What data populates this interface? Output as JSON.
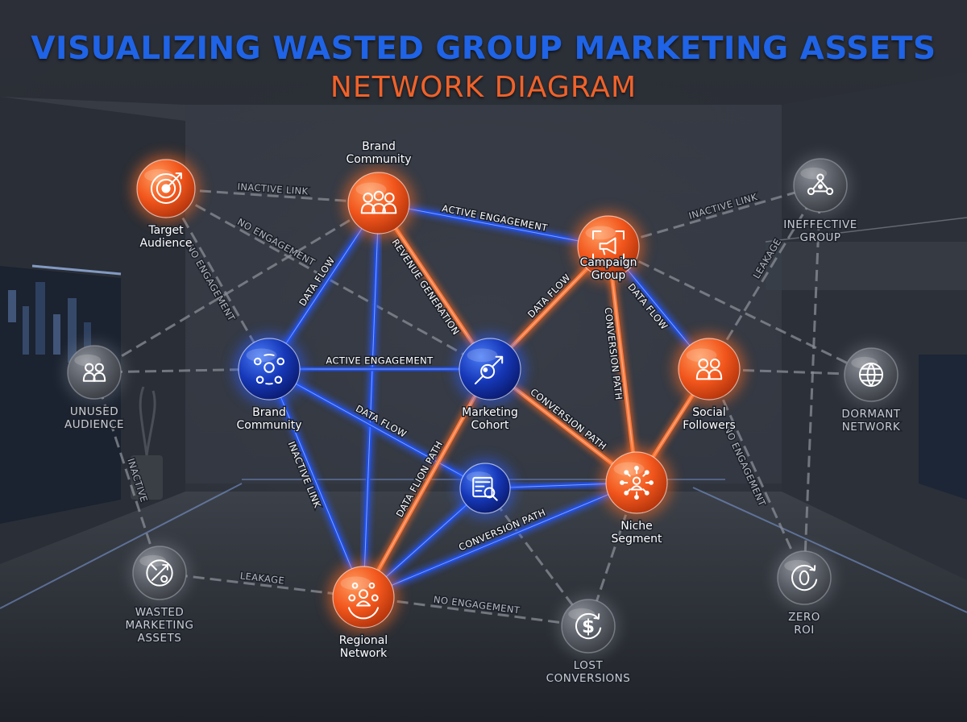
{
  "title": "VISUALIZING WASTED GROUP MARKETING ASSETS",
  "subtitle": "NETWORK DIAGRAM",
  "colors": {
    "orange": "#ee5a22",
    "blue": "#1438b8",
    "grey": "#6c7079",
    "active_blue_line": "#1f4fe6",
    "active_orange_line": "#ff7a3a",
    "inactive_line": "#8a8e96"
  },
  "nodes": [
    {
      "id": "target-audience",
      "label": [
        "Target",
        "Audience"
      ],
      "kind": "orange",
      "icon": "target-icon"
    },
    {
      "id": "brand-community-top",
      "label": [
        "Brand",
        "Community"
      ],
      "kind": "orange",
      "icon": "people-group-icon"
    },
    {
      "id": "campaign-group",
      "label": [
        "Campaign",
        "Group"
      ],
      "kind": "orange",
      "icon": "megaphone-icon"
    },
    {
      "id": "ineffective-group",
      "label": [
        "INEFFECTIVE",
        "GROUP"
      ],
      "kind": "grey",
      "icon": "network-people-icon"
    },
    {
      "id": "unused-audience",
      "label": [
        "UNUSED",
        "AUDIENCE"
      ],
      "kind": "grey",
      "icon": "two-people-icon"
    },
    {
      "id": "brand-community-mid",
      "label": [
        "Brand",
        "Community"
      ],
      "kind": "blue",
      "icon": "community-cycle-icon"
    },
    {
      "id": "marketing-cohort",
      "label": [
        "Marketing",
        "Cohort"
      ],
      "kind": "blue",
      "icon": "gender-analysis-icon"
    },
    {
      "id": "social-followers",
      "label": [
        "Social",
        "Followers"
      ],
      "kind": "orange",
      "icon": "followers-icon"
    },
    {
      "id": "dormant-network",
      "label": [
        "DORMANT",
        "NETWORK"
      ],
      "kind": "grey",
      "icon": "globe-icon"
    },
    {
      "id": "analytics-hub",
      "label": [],
      "kind": "blue",
      "icon": "dashboard-search-icon"
    },
    {
      "id": "niche-segment",
      "label": [
        "Niche",
        "Segment"
      ],
      "kind": "orange",
      "icon": "hub-person-icon"
    },
    {
      "id": "wasted-assets",
      "label": [
        "WASTED",
        "MARKETING",
        "ASSETS"
      ],
      "kind": "grey",
      "icon": "broken-arrow-icon"
    },
    {
      "id": "regional-network",
      "label": [
        "Regional",
        "Network"
      ],
      "kind": "orange",
      "icon": "regional-people-icon"
    },
    {
      "id": "lost-conversions",
      "label": [
        "LOST",
        "CONVERSIONS"
      ],
      "kind": "grey",
      "icon": "dollar-cycle-icon"
    },
    {
      "id": "zero-roi",
      "label": [
        "ZERO",
        "ROI"
      ],
      "kind": "grey",
      "icon": "zero-cycle-icon"
    }
  ],
  "edges": [
    {
      "from": "target-audience",
      "to": "brand-community-top",
      "type": "inactive",
      "label": "INACTIVE LINK"
    },
    {
      "from": "target-audience",
      "to": "marketing-cohort",
      "type": "inactive",
      "label": "NO ENGAGEMENT"
    },
    {
      "from": "target-audience",
      "to": "brand-community-mid",
      "type": "inactive",
      "label": "NO ENGAGEMENT"
    },
    {
      "from": "brand-community-top",
      "to": "campaign-group",
      "type": "blue",
      "label": "ACTIVE ENGAGEMENT"
    },
    {
      "from": "brand-community-top",
      "to": "brand-community-mid",
      "type": "blue",
      "label": "DATA FLOW"
    },
    {
      "from": "brand-community-top",
      "to": "marketing-cohort",
      "type": "orange",
      "label": "REVENUE GENERATION"
    },
    {
      "from": "brand-community-top",
      "to": "regional-network",
      "type": "blue",
      "label": ""
    },
    {
      "from": "brand-community-top",
      "to": "unused-audience",
      "type": "inactive",
      "label": ""
    },
    {
      "from": "campaign-group",
      "to": "ineffective-group",
      "type": "inactive",
      "label": "INACTIVE LINK"
    },
    {
      "from": "campaign-group",
      "to": "marketing-cohort",
      "type": "orange",
      "label": "DATA FLOW"
    },
    {
      "from": "campaign-group",
      "to": "social-followers",
      "type": "blue",
      "label": "DATA FLOW"
    },
    {
      "from": "campaign-group",
      "to": "niche-segment",
      "type": "orange",
      "label": "CONVERSION PATH"
    },
    {
      "from": "campaign-group",
      "to": "dormant-network",
      "type": "inactive",
      "label": ""
    },
    {
      "from": "ineffective-group",
      "to": "social-followers",
      "type": "inactive",
      "label": "LEAKAGE"
    },
    {
      "from": "ineffective-group",
      "to": "zero-roi",
      "type": "inactive",
      "label": ""
    },
    {
      "from": "unused-audience",
      "to": "brand-community-mid",
      "type": "inactive",
      "label": ""
    },
    {
      "from": "unused-audience",
      "to": "wasted-assets",
      "type": "inactive",
      "label": "INACTIVE"
    },
    {
      "from": "brand-community-mid",
      "to": "marketing-cohort",
      "type": "blue",
      "label": "ACTIVE ENGAGEMENT"
    },
    {
      "from": "brand-community-mid",
      "to": "analytics-hub",
      "type": "blue",
      "label": "DATA FLOW"
    },
    {
      "from": "brand-community-mid",
      "to": "regional-network",
      "type": "blue",
      "label": "INACTIVE LINK"
    },
    {
      "from": "marketing-cohort",
      "to": "niche-segment",
      "type": "orange",
      "label": "CONVERSION PATH"
    },
    {
      "from": "marketing-cohort",
      "to": "regional-network",
      "type": "orange",
      "label": "DATA FLION PATH"
    },
    {
      "from": "social-followers",
      "to": "niche-segment",
      "type": "orange",
      "label": ""
    },
    {
      "from": "social-followers",
      "to": "dormant-network",
      "type": "inactive",
      "label": ""
    },
    {
      "from": "social-followers",
      "to": "zero-roi",
      "type": "inactive",
      "label": "NO ENGAGEMENT"
    },
    {
      "from": "analytics-hub",
      "to": "niche-segment",
      "type": "blue",
      "label": ""
    },
    {
      "from": "analytics-hub",
      "to": "regional-network",
      "type": "blue",
      "label": ""
    },
    {
      "from": "analytics-hub",
      "to": "lost-conversions",
      "type": "inactive",
      "label": ""
    },
    {
      "from": "niche-segment",
      "to": "regional-network",
      "type": "blue",
      "label": "CONVERSION PATH"
    },
    {
      "from": "niche-segment",
      "to": "lost-conversions",
      "type": "inactive",
      "label": ""
    },
    {
      "from": "wasted-assets",
      "to": "regional-network",
      "type": "inactive",
      "label": "LEAKAGE"
    },
    {
      "from": "regional-network",
      "to": "lost-conversions",
      "type": "inactive",
      "label": "NO ENGAGEMENT"
    }
  ]
}
